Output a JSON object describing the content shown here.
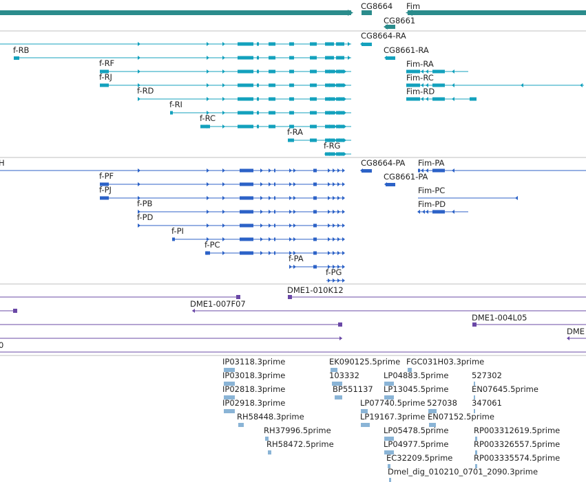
{
  "view": "genome browser feature tracks",
  "colors": {
    "gene": "#2b8c8c",
    "transcript": "#13a1bd",
    "protein": "#2c62c7",
    "clone": "#6a48a6",
    "est": "#8ab4d6",
    "separator": "#bfbfbf"
  },
  "tracks": {
    "gene": {
      "labels": [
        "CG8664",
        "Fim",
        "CG8661"
      ]
    },
    "transcript": {
      "labels": [
        "CG8664-RA",
        "f-RB",
        "CG8661-RA",
        "f-RF",
        "Fim-RA",
        "f-RJ",
        "Fim-RC",
        "f-RD",
        "Fim-RD",
        "f-RI",
        "f-RC",
        "f-RA",
        "f-RG"
      ]
    },
    "protein": {
      "labels": [
        "H",
        "CG8664-PA",
        "Fim-PA",
        "f-PF",
        "CG8661-PA",
        "f-PJ",
        "Fim-PC",
        "f-PB",
        "Fim-PD",
        "f-PD",
        "f-PI",
        "f-PC",
        "f-PA",
        "f-PG"
      ]
    },
    "clone": {
      "labels": [
        "DME1-010K12",
        "DME1-007F07",
        "DME1-004L05",
        "DME",
        "0"
      ]
    },
    "est": {
      "labels": [
        "IP03118.3prime",
        "EK090125.5prime",
        "FGC031H03.3prime",
        "IP03018.3prime",
        "103332",
        "LP04883.5prime",
        "527302",
        "IP02818.3prime",
        "BP551137",
        "LP13045.5prime",
        "EN07645.5prime",
        "IP02918.3prime",
        "LP07740.5prime",
        "527038",
        "347061",
        "RH58448.3prime",
        "LP19167.3prime",
        "EN07152.5prime",
        "RH37996.5prime",
        "LP05478.5prime",
        "RP003312619.5prime",
        "RH58472.5prime",
        "LP04977.5prime",
        "RP003326557.5prime",
        "EC32209.5prime",
        "RP003335574.5prime",
        "Dmel_dig_010210_0701_2090.3prime"
      ]
    }
  }
}
